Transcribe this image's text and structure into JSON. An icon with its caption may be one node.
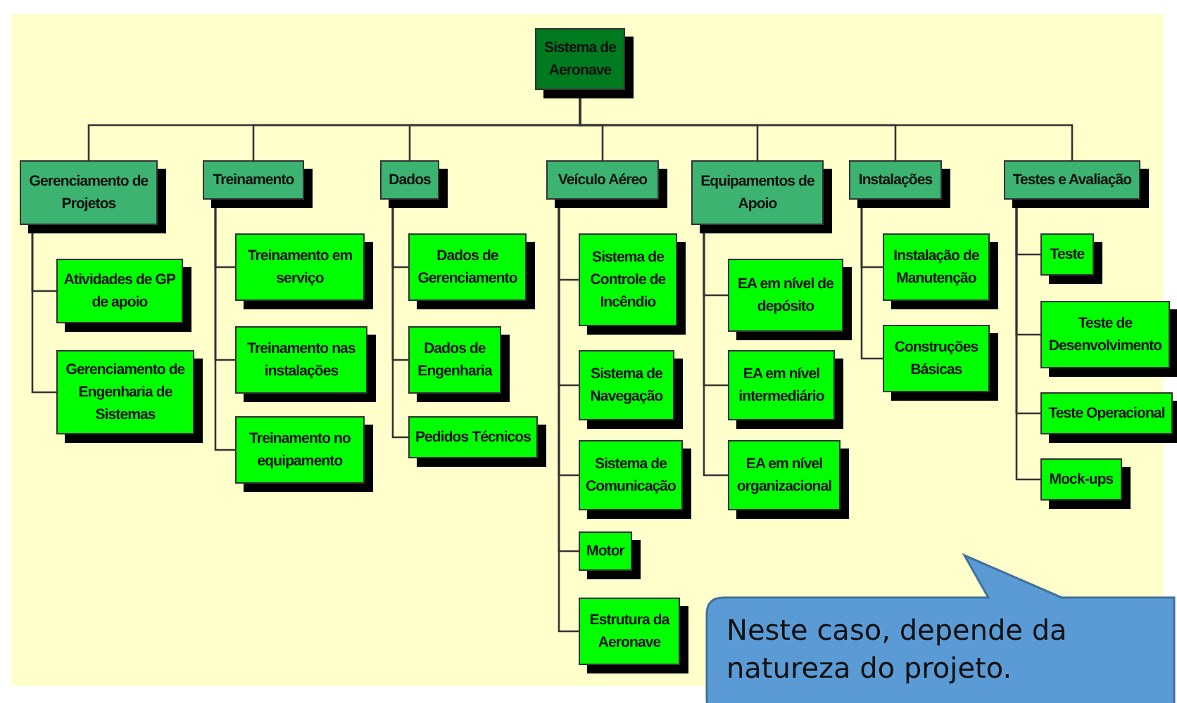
{
  "diagram": {
    "nodes": [
      {
        "text": [
          "Sistema de Aeronave"
        ]
      },
      {
        "text": [
          "Gerenciamento de Projetos"
        ]
      },
      {
        "text": [
          "Treinamento"
        ]
      },
      {
        "text": [
          "Dados"
        ]
      },
      {
        "text": [
          "Veículo Aéreo"
        ]
      },
      {
        "text": [
          "Equipamentos de Apoio"
        ]
      },
      {
        "text": [
          "Instalações"
        ]
      },
      {
        "text": [
          "Testes e Avaliação"
        ]
      },
      {
        "text": [
          "Atividades de GP de apoio"
        ]
      },
      {
        "text": [
          "Gerenciamento de Engenharia de Sistemas"
        ]
      },
      {
        "text": [
          "Treinamento em serviço"
        ]
      },
      {
        "text": [
          "Treinamento nas instalações"
        ]
      },
      {
        "text": [
          "Treinamento no equipamento"
        ]
      },
      {
        "text": [
          "Dados de Gerenciamento"
        ]
      },
      {
        "text": [
          "Dados de Engenharia"
        ]
      },
      {
        "text": [
          "Pedidos Técnicos"
        ]
      },
      {
        "text": [
          "Sistema de Controle de Incêndio"
        ]
      },
      {
        "text": [
          "Sistema de Navegação"
        ]
      },
      {
        "text": [
          "Sistema de Comunicação"
        ]
      },
      {
        "text": [
          "Motor"
        ]
      },
      {
        "text": [
          "Estrutura da Aeronave"
        ]
      },
      {
        "text": [
          "EA em nível de depósito"
        ]
      },
      {
        "text": [
          "EA em nível intermediário"
        ]
      },
      {
        "text": [
          "EA em nível organizacional"
        ]
      },
      {
        "text": [
          "Instalação de Manutenção"
        ]
      },
      {
        "text": [
          "Construções Básicas"
        ]
      },
      {
        "text": [
          "Teste"
        ]
      },
      {
        "text": [
          "Teste de Desenvolvimento"
        ]
      },
      {
        "text": [
          "Teste Operacional"
        ]
      },
      {
        "text": [
          "Mock-ups"
        ]
      },
      {
        "text": [
          "Neste caso, depende da natureza do projeto."
        ]
      }
    ],
    "edges": [
      {
        "from": 0,
        "to": 1,
        "arrow": "none"
      },
      {
        "from": 0,
        "to": 2,
        "arrow": "none"
      },
      {
        "from": 0,
        "to": 3,
        "arrow": "none"
      },
      {
        "from": 0,
        "to": 4,
        "arrow": "none"
      },
      {
        "from": 0,
        "to": 5,
        "arrow": "none"
      },
      {
        "from": 0,
        "to": 6,
        "arrow": "none"
      },
      {
        "from": 0,
        "to": 7,
        "arrow": "none"
      },
      {
        "from": 1,
        "to": 8,
        "arrow": "none"
      },
      {
        "from": 1,
        "to": 9,
        "arrow": "none"
      },
      {
        "from": 2,
        "to": 10,
        "arrow": "none"
      },
      {
        "from": 2,
        "to": 11,
        "arrow": "none"
      },
      {
        "from": 2,
        "to": 12,
        "arrow": "none"
      },
      {
        "from": 3,
        "to": 13,
        "arrow": "none"
      },
      {
        "from": 3,
        "to": 14,
        "arrow": "none"
      },
      {
        "from": 3,
        "to": 15,
        "arrow": "none"
      },
      {
        "from": 4,
        "to": 16,
        "arrow": "none"
      },
      {
        "from": 4,
        "to": 17,
        "arrow": "none"
      },
      {
        "from": 4,
        "to": 18,
        "arrow": "none"
      },
      {
        "from": 4,
        "to": 19,
        "arrow": "none"
      },
      {
        "from": 4,
        "to": 20,
        "arrow": "none"
      },
      {
        "from": 5,
        "to": 21,
        "arrow": "none"
      },
      {
        "from": 5,
        "to": 22,
        "arrow": "none"
      },
      {
        "from": 5,
        "to": 23,
        "arrow": "none"
      },
      {
        "from": 6,
        "to": 24,
        "arrow": "none"
      },
      {
        "from": 6,
        "to": 25,
        "arrow": "none"
      },
      {
        "from": 7,
        "to": 26,
        "arrow": "none"
      },
      {
        "from": 7,
        "to": 27,
        "arrow": "none"
      },
      {
        "from": 7,
        "to": 28,
        "arrow": "none"
      },
      {
        "from": 7,
        "to": 29,
        "arrow": "none"
      }
    ]
  }
}
